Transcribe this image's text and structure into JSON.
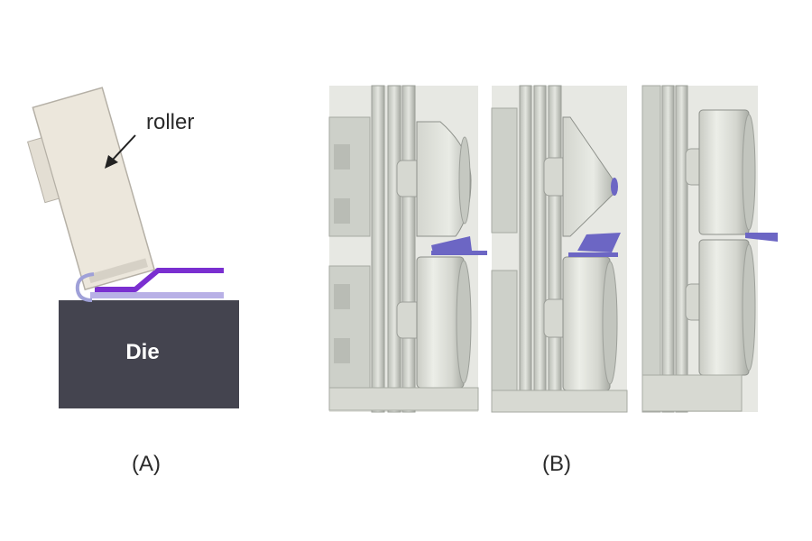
{
  "panel_a": {
    "roller_label": "roller",
    "die_label": "Die",
    "caption": "(A)"
  },
  "panel_b": {
    "caption": "(B)"
  },
  "colors": {
    "die": "#44444f",
    "roller_body": "#ece7dc",
    "roller_edge": "#9a9a9a",
    "sheet_purple": "#7a2fd0",
    "sheet_lavender": "#b8b0e6",
    "machine_gray": "#cfd1cb",
    "machine_dark": "#8e918b",
    "workpiece": "#6c66c4"
  }
}
